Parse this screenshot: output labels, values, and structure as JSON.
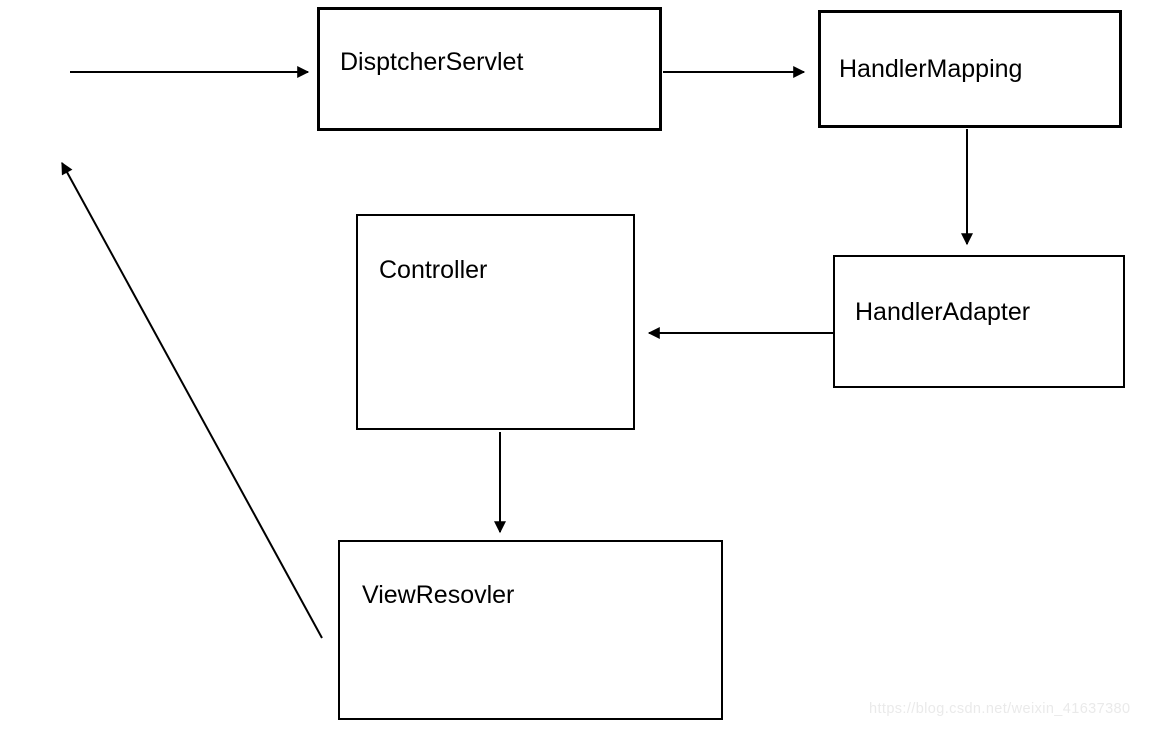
{
  "diagram": {
    "nodes": [
      {
        "id": "dispatcher-servlet",
        "label": "DisptcherServlet"
      },
      {
        "id": "handler-mapping",
        "label": "HandlerMapping"
      },
      {
        "id": "handler-adapter",
        "label": "HandlerAdapter"
      },
      {
        "id": "controller",
        "label": "Controller"
      },
      {
        "id": "view-resolver",
        "label": "ViewResovler"
      }
    ],
    "arrows": [
      {
        "from": "external",
        "to": "DisptcherServlet"
      },
      {
        "from": "DisptcherServlet",
        "to": "HandlerMapping"
      },
      {
        "from": "HandlerMapping",
        "to": "HandlerAdapter"
      },
      {
        "from": "HandlerAdapter",
        "to": "Controller"
      },
      {
        "from": "Controller",
        "to": "ViewResovler"
      },
      {
        "from": "ViewResovler",
        "to": "external"
      }
    ],
    "watermark": "https://blog.csdn.net/weixin_41637380",
    "colors": {
      "box_border": "#000000",
      "text": "#000000",
      "watermark": "#eaeaea",
      "background": "#ffffff"
    }
  }
}
